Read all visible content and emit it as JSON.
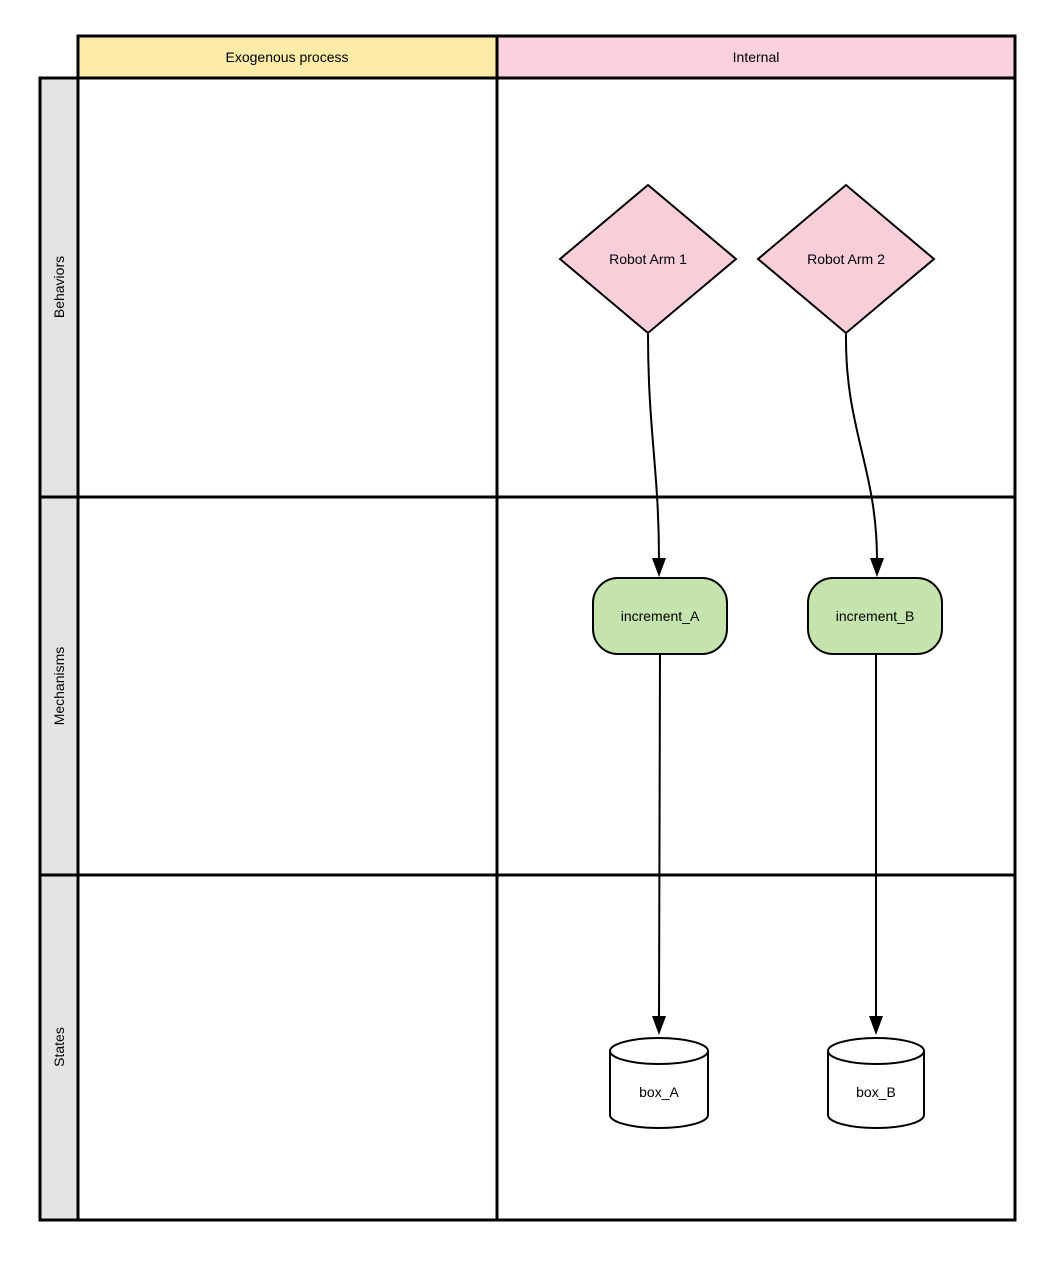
{
  "grid": {
    "columns": [
      {
        "label": "Exogenous process"
      },
      {
        "label": "Internal"
      }
    ],
    "rows": [
      {
        "label": "Behaviors"
      },
      {
        "label": "Mechanisms"
      },
      {
        "label": "States"
      }
    ]
  },
  "nodes": {
    "behaviors": [
      {
        "label": "Robot Arm 1"
      },
      {
        "label": "Robot Arm 2"
      }
    ],
    "mechanisms": [
      {
        "label": "increment_A"
      },
      {
        "label": "increment_B"
      }
    ],
    "states": [
      {
        "label": "box_A"
      },
      {
        "label": "box_B"
      }
    ]
  },
  "colors": {
    "exogenous_header": "#fdeca8",
    "internal_header": "#fad1dc",
    "behavior_fill": "#f8cfd9",
    "mechanism_fill": "#c5e3ac",
    "state_fill": "#ffffff",
    "row_label_bg": "#e4e4e4",
    "cell_bg": "#ffffff",
    "stroke": "#000000"
  }
}
